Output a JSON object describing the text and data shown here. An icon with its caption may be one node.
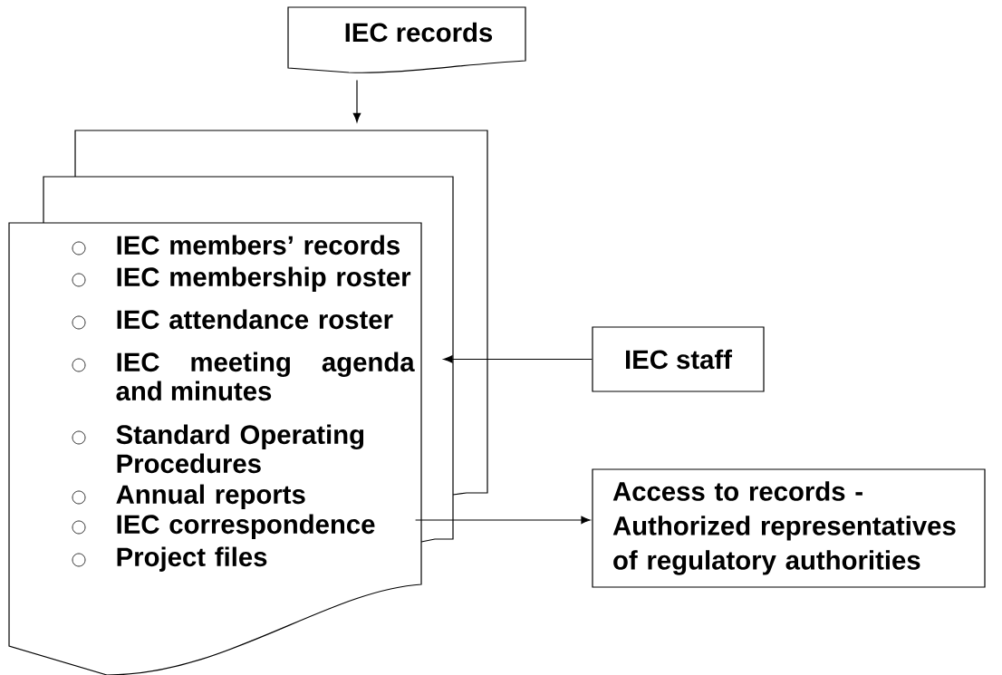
{
  "diagram": {
    "nodes": [
      {
        "text": [
          "IEC records"
        ]
      },
      {
        "text": [
          "IEC members’ records",
          "IEC membership roster",
          "IEC attendance roster",
          "IEC meeting agenda and minutes",
          "Standard Operating Procedures",
          "Annual reports",
          "IEC correspondence",
          "Project files"
        ]
      },
      {
        "text": [
          "IEC staff"
        ]
      },
      {
        "text": [
          "Access to records - Authorized representatives of regulatory authorities"
        ]
      }
    ],
    "edges": [
      {
        "from": 0,
        "to": 1,
        "arrow": "to"
      },
      {
        "from": 2,
        "to": 1,
        "arrow": "to"
      },
      {
        "from": 1,
        "to": 3,
        "arrow": "to"
      }
    ]
  }
}
